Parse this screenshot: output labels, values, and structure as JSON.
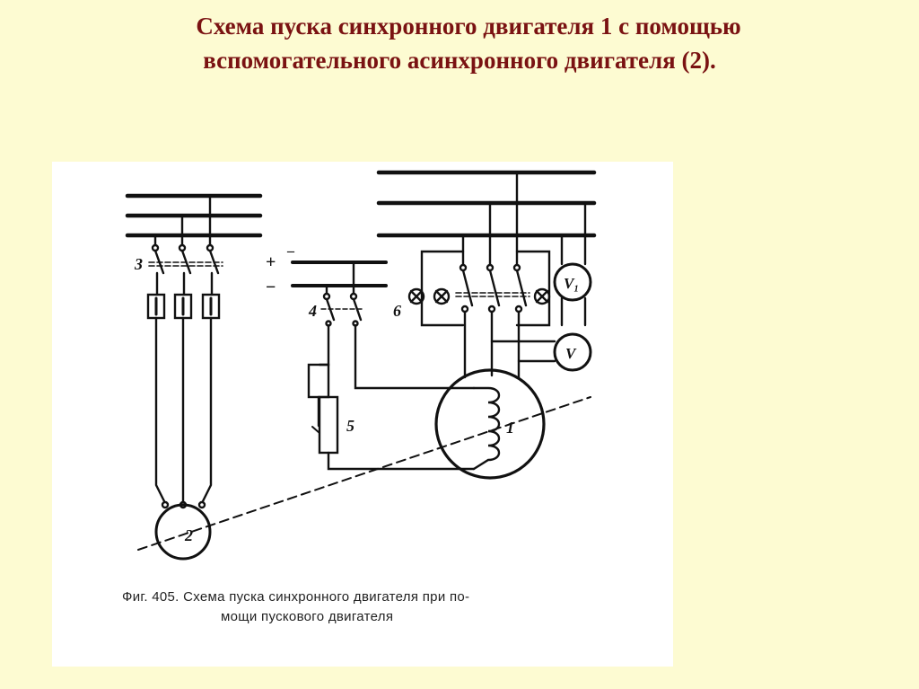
{
  "slide": {
    "title_line1": "Схема пуска синхронного двигателя 1 с помощью",
    "title_line2": "вспомогательного асинхронного двигателя (2)."
  },
  "figure": {
    "caption_line1": "Фиг. 405. Схема пуска синхронного двигателя при по-",
    "caption_line2": "мощи пускового двигателя",
    "labels": {
      "switch_3": "3",
      "switch_4": "4",
      "lamps_6": "6",
      "rheostat_5": "5",
      "motor_1": "1",
      "motor_2": "2",
      "plus": "+",
      "minus": "−",
      "minus_top": "–",
      "voltmeter_v1": "V₁",
      "voltmeter_v": "V"
    }
  },
  "colors": {
    "background": "#fdfbd2",
    "title": "#7a1212",
    "figure_bg": "#ffffff",
    "ink": "#111111"
  }
}
